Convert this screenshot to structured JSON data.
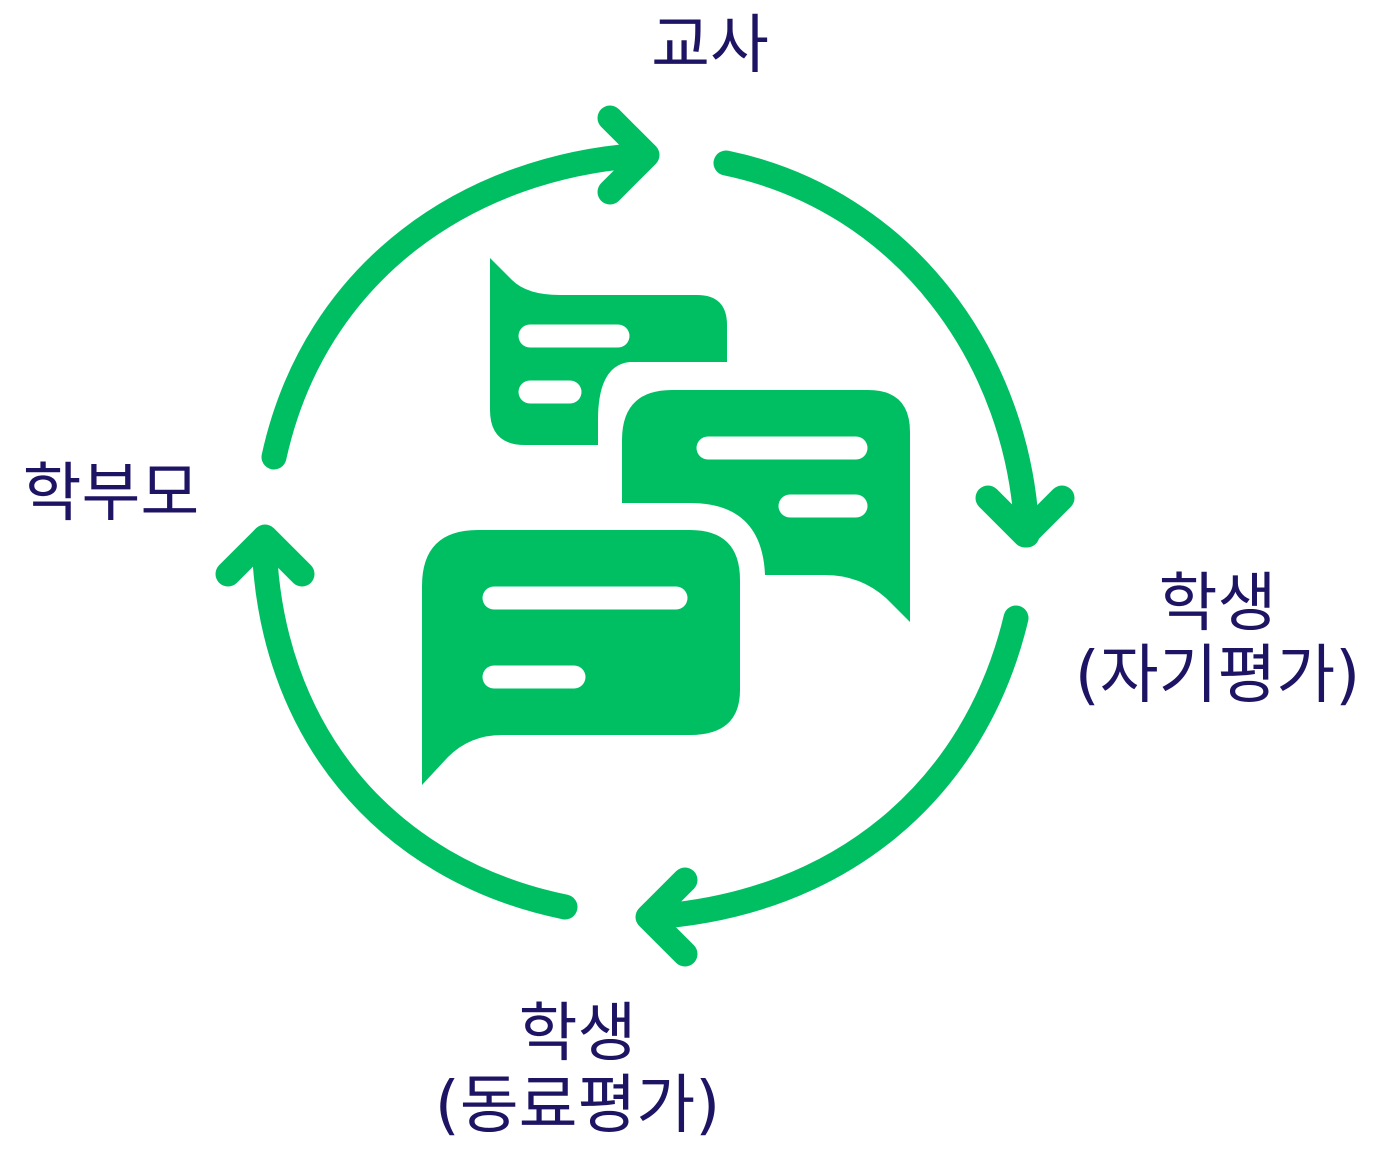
{
  "nodes": {
    "teacher": {
      "label": "교사"
    },
    "parent": {
      "label": "학부모"
    },
    "student_self": {
      "line1": "학생",
      "line2": "(자기평가)"
    },
    "student_peer": {
      "line1": "학생",
      "line2": "(동료평가)"
    }
  },
  "colors": {
    "accent": "#00bf63",
    "text": "#1e1464",
    "background": "#ffffff"
  },
  "icons": {
    "center": "chat-bubbles-icon",
    "arrows": "cycle-arrow-icon"
  }
}
